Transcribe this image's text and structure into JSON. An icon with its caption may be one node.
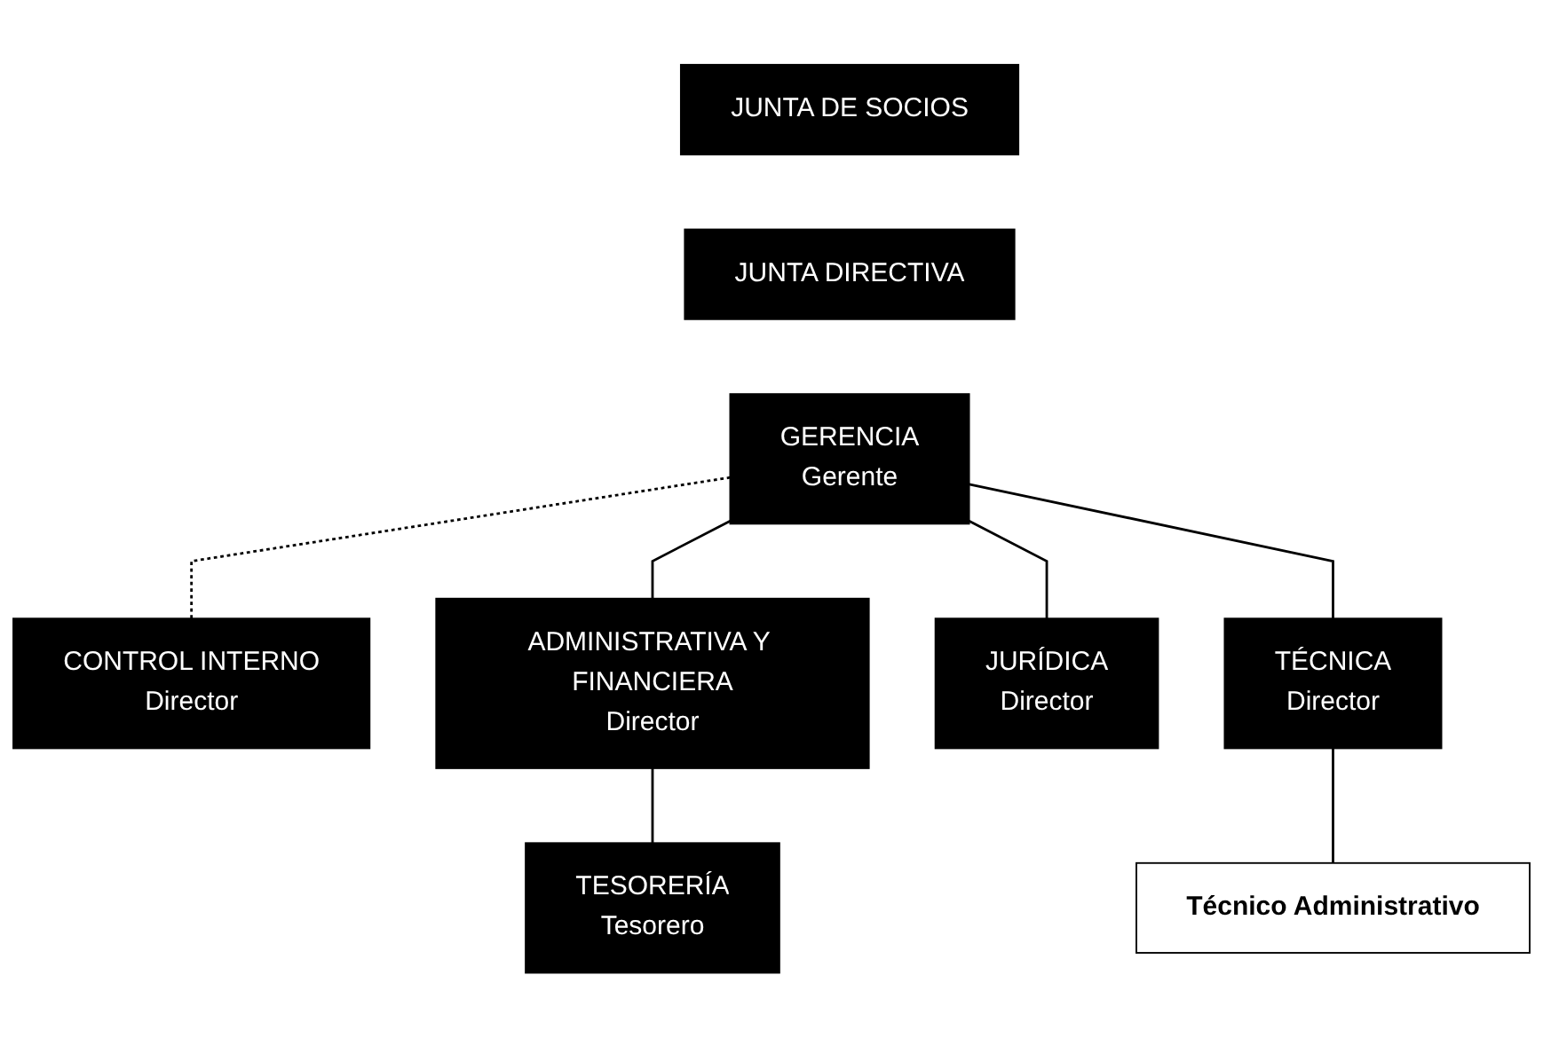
{
  "diagram": {
    "nodes": [
      {
        "text": [
          "JUNTA DE SOCIOS"
        ]
      },
      {
        "text": [
          "JUNTA DIRECTIVA"
        ]
      },
      {
        "text": [
          "GERENCIA",
          "Gerente"
        ]
      },
      {
        "text": [
          "CONTROL INTERNO",
          "Director"
        ]
      },
      {
        "text": [
          "ADMINISTRATIVA Y FINANCIERA",
          "Director"
        ]
      },
      {
        "text": [
          "JURÍDICA",
          "Director"
        ]
      },
      {
        "text": [
          "TÉCNICA",
          "Director"
        ]
      },
      {
        "text": [
          "TESORERÍA",
          "Tesorero"
        ]
      },
      {
        "text": [
          "Técnico Administrativo"
        ]
      }
    ],
    "edges": [
      {
        "from": 2,
        "to": 3,
        "arrow": "none",
        "style": "dashed"
      },
      {
        "from": 2,
        "to": 4,
        "arrow": "none"
      },
      {
        "from": 2,
        "to": 5,
        "arrow": "none"
      },
      {
        "from": 2,
        "to": 6,
        "arrow": "none"
      },
      {
        "from": 4,
        "to": 7,
        "arrow": "none"
      },
      {
        "from": 6,
        "to": 8,
        "arrow": "none"
      }
    ]
  }
}
